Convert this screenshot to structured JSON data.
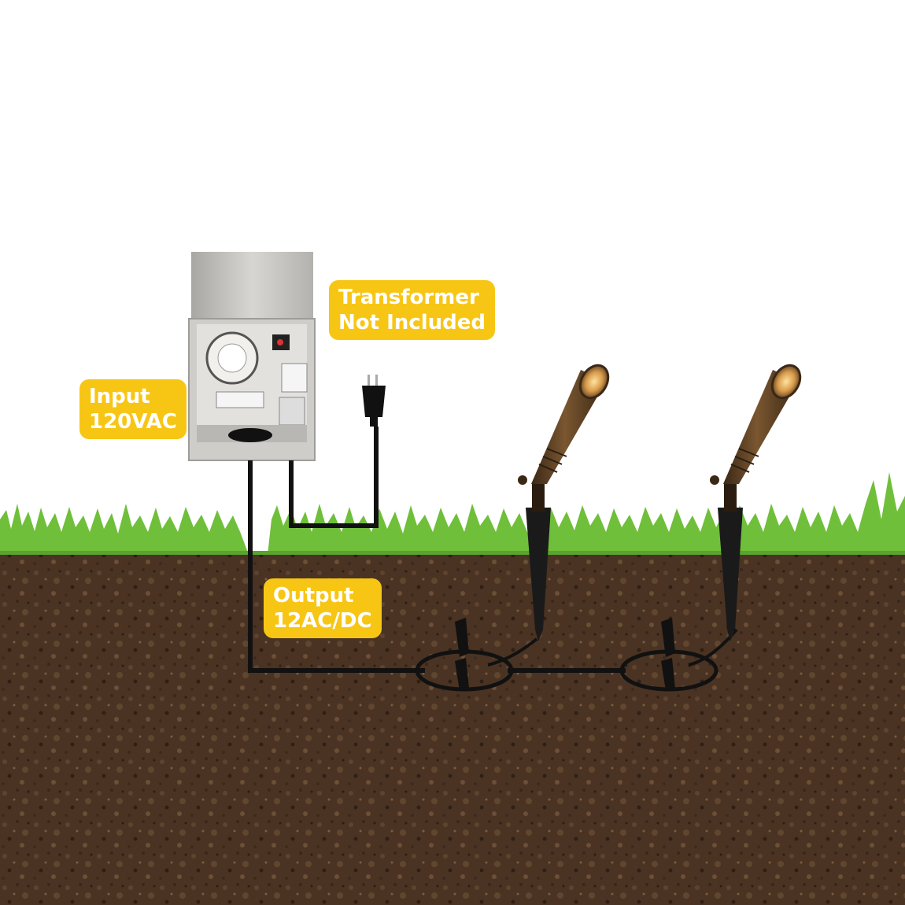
{
  "labels": {
    "transformer": {
      "line1": "Transformer",
      "line2": "Not Included"
    },
    "input": {
      "line1": "Input",
      "line2": "120VAC"
    },
    "output": {
      "line1": "Output",
      "line2": "12AC/DC"
    }
  },
  "colors": {
    "label_bg": "#f7c615",
    "label_text": "#ffffff",
    "soil": "#4a3322",
    "grass": "#6fbf3a",
    "wire": "#111111",
    "fixture_bronze": "#5a3e22",
    "transformer_steel": "#c9c7c3"
  },
  "icons": {
    "transformer": "transformer-box-icon",
    "plug": "power-plug-icon",
    "light": "spotlight-fixture-icon",
    "cable-loop": "cable-loop-icon"
  }
}
